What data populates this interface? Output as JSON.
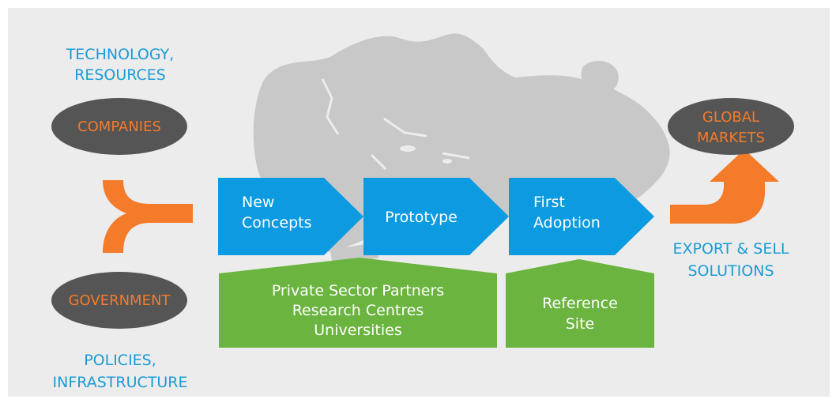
{
  "colors": {
    "background": "#ececec",
    "map": "#c8c8c8",
    "blue": "#1a9bd7",
    "arrow_blue": "#0c9ae0",
    "orange": "#f47b2a",
    "green": "#6ab43f",
    "ellipse": "#555555"
  },
  "inputs": {
    "companies": {
      "caption_line1": "TECHNOLOGY,",
      "caption_line2": "RESOURCES",
      "ellipse_label": "COMPANIES"
    },
    "government": {
      "ellipse_label": "GOVERNMENT",
      "caption_line1": "POLICIES,",
      "caption_line2": "INFRASTRUCTURE"
    }
  },
  "stages": [
    {
      "line1": "New",
      "line2": "Concepts"
    },
    {
      "line1": "Prototype",
      "line2": ""
    },
    {
      "line1": "First",
      "line2": "Adoption"
    }
  ],
  "support": {
    "partners": {
      "line1": "Private Sector Partners",
      "line2": "Research Centres",
      "line3": "Universities"
    },
    "reference": {
      "line1": "Reference",
      "line2": "Site"
    }
  },
  "output": {
    "ellipse_line1": "GLOBAL",
    "ellipse_line2": "MARKETS",
    "caption_line1": "EXPORT & SELL",
    "caption_line2": "SOLUTIONS"
  }
}
